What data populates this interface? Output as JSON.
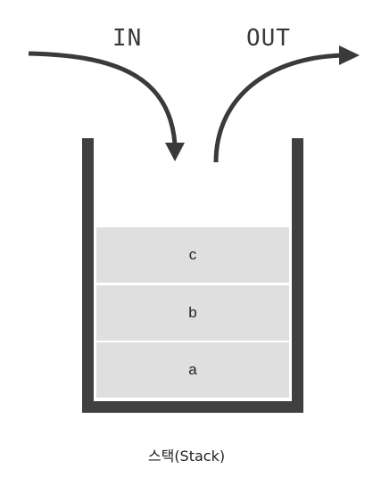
{
  "labels": {
    "in": "IN",
    "out": "OUT"
  },
  "stack": {
    "items": [
      "c",
      "b",
      "a"
    ]
  },
  "caption": "스택(Stack)",
  "colors": {
    "container": "#404040",
    "item_fill": "#dfdfdf",
    "arrow": "#3a3a3a"
  }
}
